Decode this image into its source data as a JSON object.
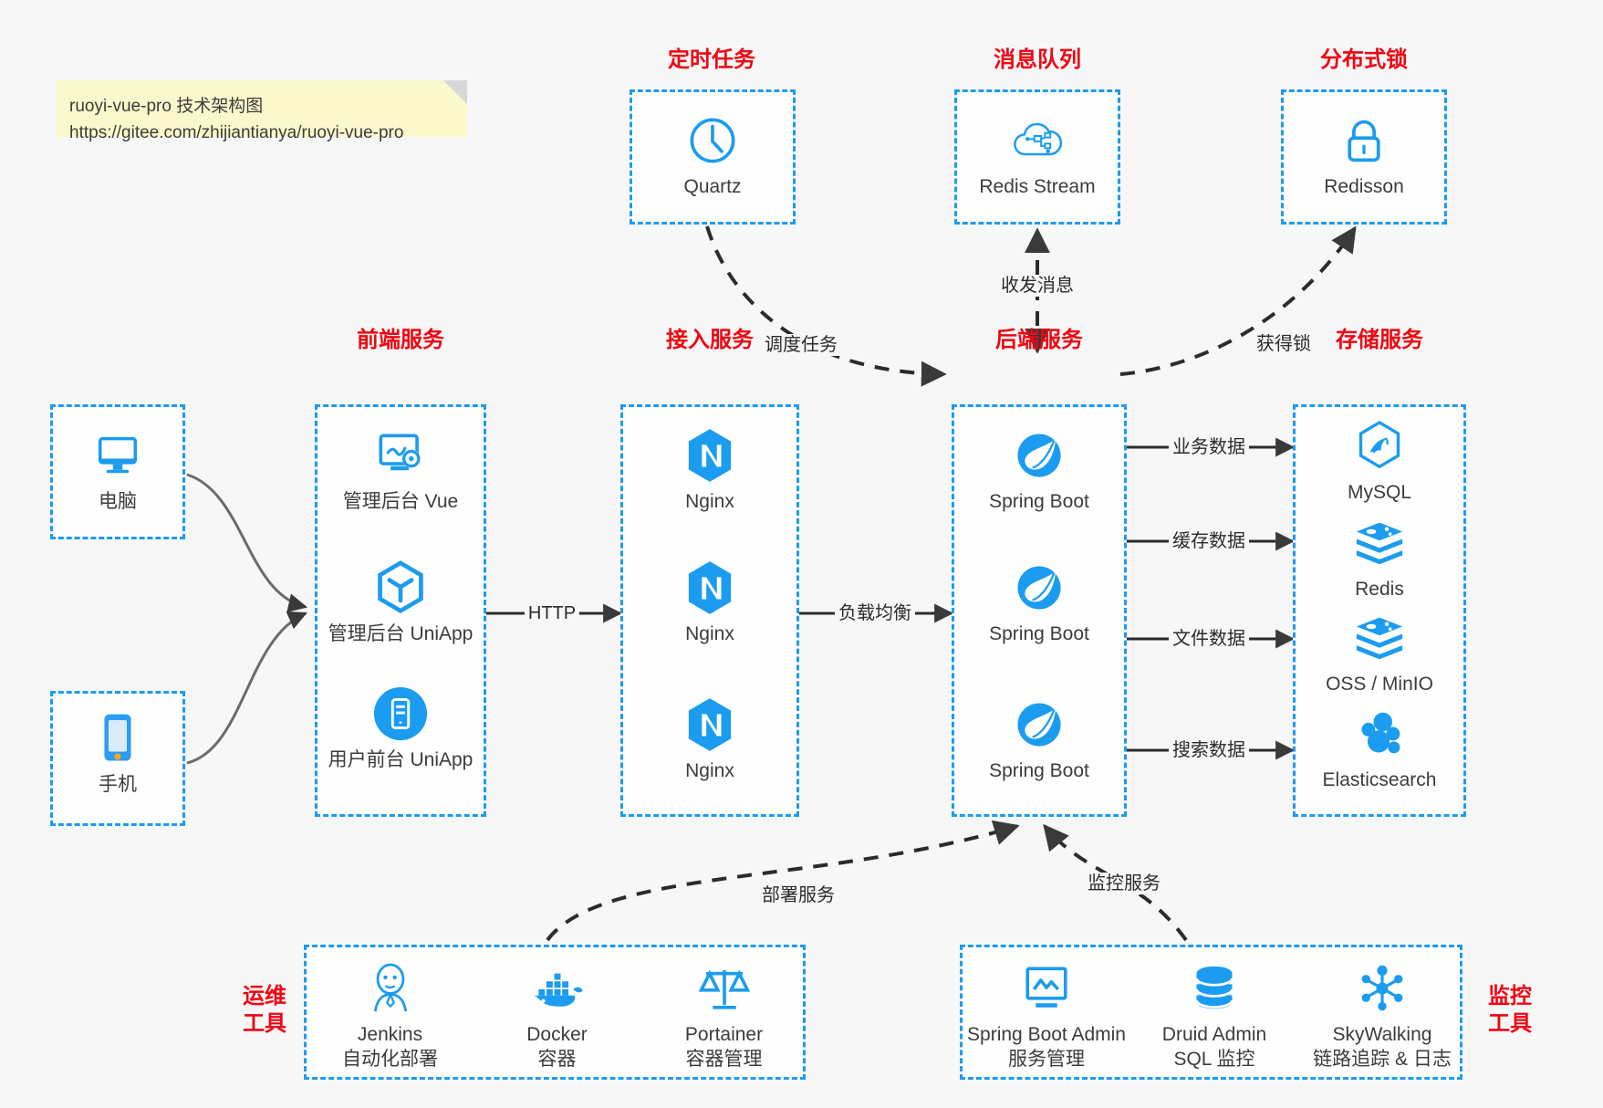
{
  "note": {
    "line1": "ruoyi-vue-pro 技术架构图",
    "line2": "https://gitee.com/zhijiantianya/ruoyi-vue-pro"
  },
  "colors": {
    "accent_blue": "#1b9cf0",
    "title_red": "#f00511",
    "background": "#f7f7f7",
    "note_yellow": "#fbf8cc",
    "edge_gray": "#555555",
    "label_text": "#3c3c3c"
  },
  "groups": {
    "scheduler": {
      "title": "定时任务",
      "nodes": [
        {
          "label": "Quartz",
          "icon": "clock-icon"
        }
      ]
    },
    "mq": {
      "title": "消息队列",
      "nodes": [
        {
          "label": "Redis Stream",
          "icon": "cloud-network-icon"
        }
      ]
    },
    "lock": {
      "title": "分布式锁",
      "nodes": [
        {
          "label": "Redisson",
          "icon": "padlock-icon"
        }
      ]
    },
    "clients": {
      "title": "",
      "nodes": [
        {
          "label": "电脑",
          "icon": "desktop-monitor-icon"
        },
        {
          "label": "手机",
          "icon": "mobile-phone-icon"
        }
      ]
    },
    "frontend": {
      "title": "前端服务",
      "nodes": [
        {
          "label": "管理后台 Vue",
          "icon": "dashboard-gear-icon"
        },
        {
          "label": "管理后台 UniApp",
          "icon": "uniapp-cube-icon"
        },
        {
          "label": "用户前台 UniApp",
          "icon": "mobile-app-icon"
        }
      ]
    },
    "gateway": {
      "title": "接入服务",
      "nodes": [
        {
          "label": "Nginx",
          "icon": "nginx-icon"
        },
        {
          "label": "Nginx",
          "icon": "nginx-icon"
        },
        {
          "label": "Nginx",
          "icon": "nginx-icon"
        }
      ]
    },
    "backend": {
      "title": "后端服务",
      "nodes": [
        {
          "label": "Spring Boot",
          "icon": "spring-boot-icon"
        },
        {
          "label": "Spring Boot",
          "icon": "spring-boot-icon"
        },
        {
          "label": "Spring Boot",
          "icon": "spring-boot-icon"
        }
      ]
    },
    "storage": {
      "title": "存储服务",
      "nodes": [
        {
          "label": "MySQL",
          "icon": "mysql-icon"
        },
        {
          "label": "Redis",
          "icon": "redis-icon"
        },
        {
          "label": "OSS / MinIO",
          "icon": "redis-icon"
        },
        {
          "label": "Elasticsearch",
          "icon": "elasticsearch-icon"
        }
      ]
    },
    "devops": {
      "title": "运维\n工具",
      "title_line1": "运维",
      "title_line2": "工具",
      "nodes": [
        {
          "label": "Jenkins",
          "sublabel": "自动化部署",
          "icon": "jenkins-butler-icon"
        },
        {
          "label": "Docker",
          "sublabel": "容器",
          "icon": "docker-whale-icon"
        },
        {
          "label": "Portainer",
          "sublabel": "容器管理",
          "icon": "scales-icon"
        }
      ]
    },
    "monitoring": {
      "title_line1": "监控",
      "title_line2": "工具",
      "nodes": [
        {
          "label": "Spring Boot Admin",
          "sublabel": "服务管理",
          "icon": "monitor-chart-icon"
        },
        {
          "label": "Druid Admin",
          "sublabel": "SQL 监控",
          "icon": "database-cylinder-icon"
        },
        {
          "label": "SkyWalking",
          "sublabel": "链路追踪 & 日志",
          "icon": "skywalking-node-icon"
        }
      ]
    }
  },
  "edges": [
    {
      "name": "quartz-to-backend",
      "label": "调度任务",
      "style": "dashed",
      "arrow": "single"
    },
    {
      "name": "backend-to-mq",
      "label": "收发消息",
      "style": "dashed",
      "arrow": "double"
    },
    {
      "name": "backend-to-lock",
      "label": "获得锁",
      "style": "dashed",
      "arrow": "single"
    },
    {
      "name": "frontend-to-gateway",
      "label": "HTTP",
      "style": "solid",
      "arrow": "single"
    },
    {
      "name": "gateway-to-backend",
      "label": "负载均衡",
      "style": "solid",
      "arrow": "single"
    },
    {
      "name": "backend-to-mysql",
      "label": "业务数据",
      "style": "solid",
      "arrow": "single"
    },
    {
      "name": "backend-to-redis",
      "label": "缓存数据",
      "style": "solid",
      "arrow": "single"
    },
    {
      "name": "backend-to-oss",
      "label": "文件数据",
      "style": "solid",
      "arrow": "single"
    },
    {
      "name": "backend-to-es",
      "label": "搜索数据",
      "style": "solid",
      "arrow": "single"
    },
    {
      "name": "devops-to-backend",
      "label": "部署服务",
      "style": "dashed",
      "arrow": "single"
    },
    {
      "name": "monitoring-to-backend",
      "label": "监控服务",
      "style": "dashed",
      "arrow": "single"
    }
  ]
}
